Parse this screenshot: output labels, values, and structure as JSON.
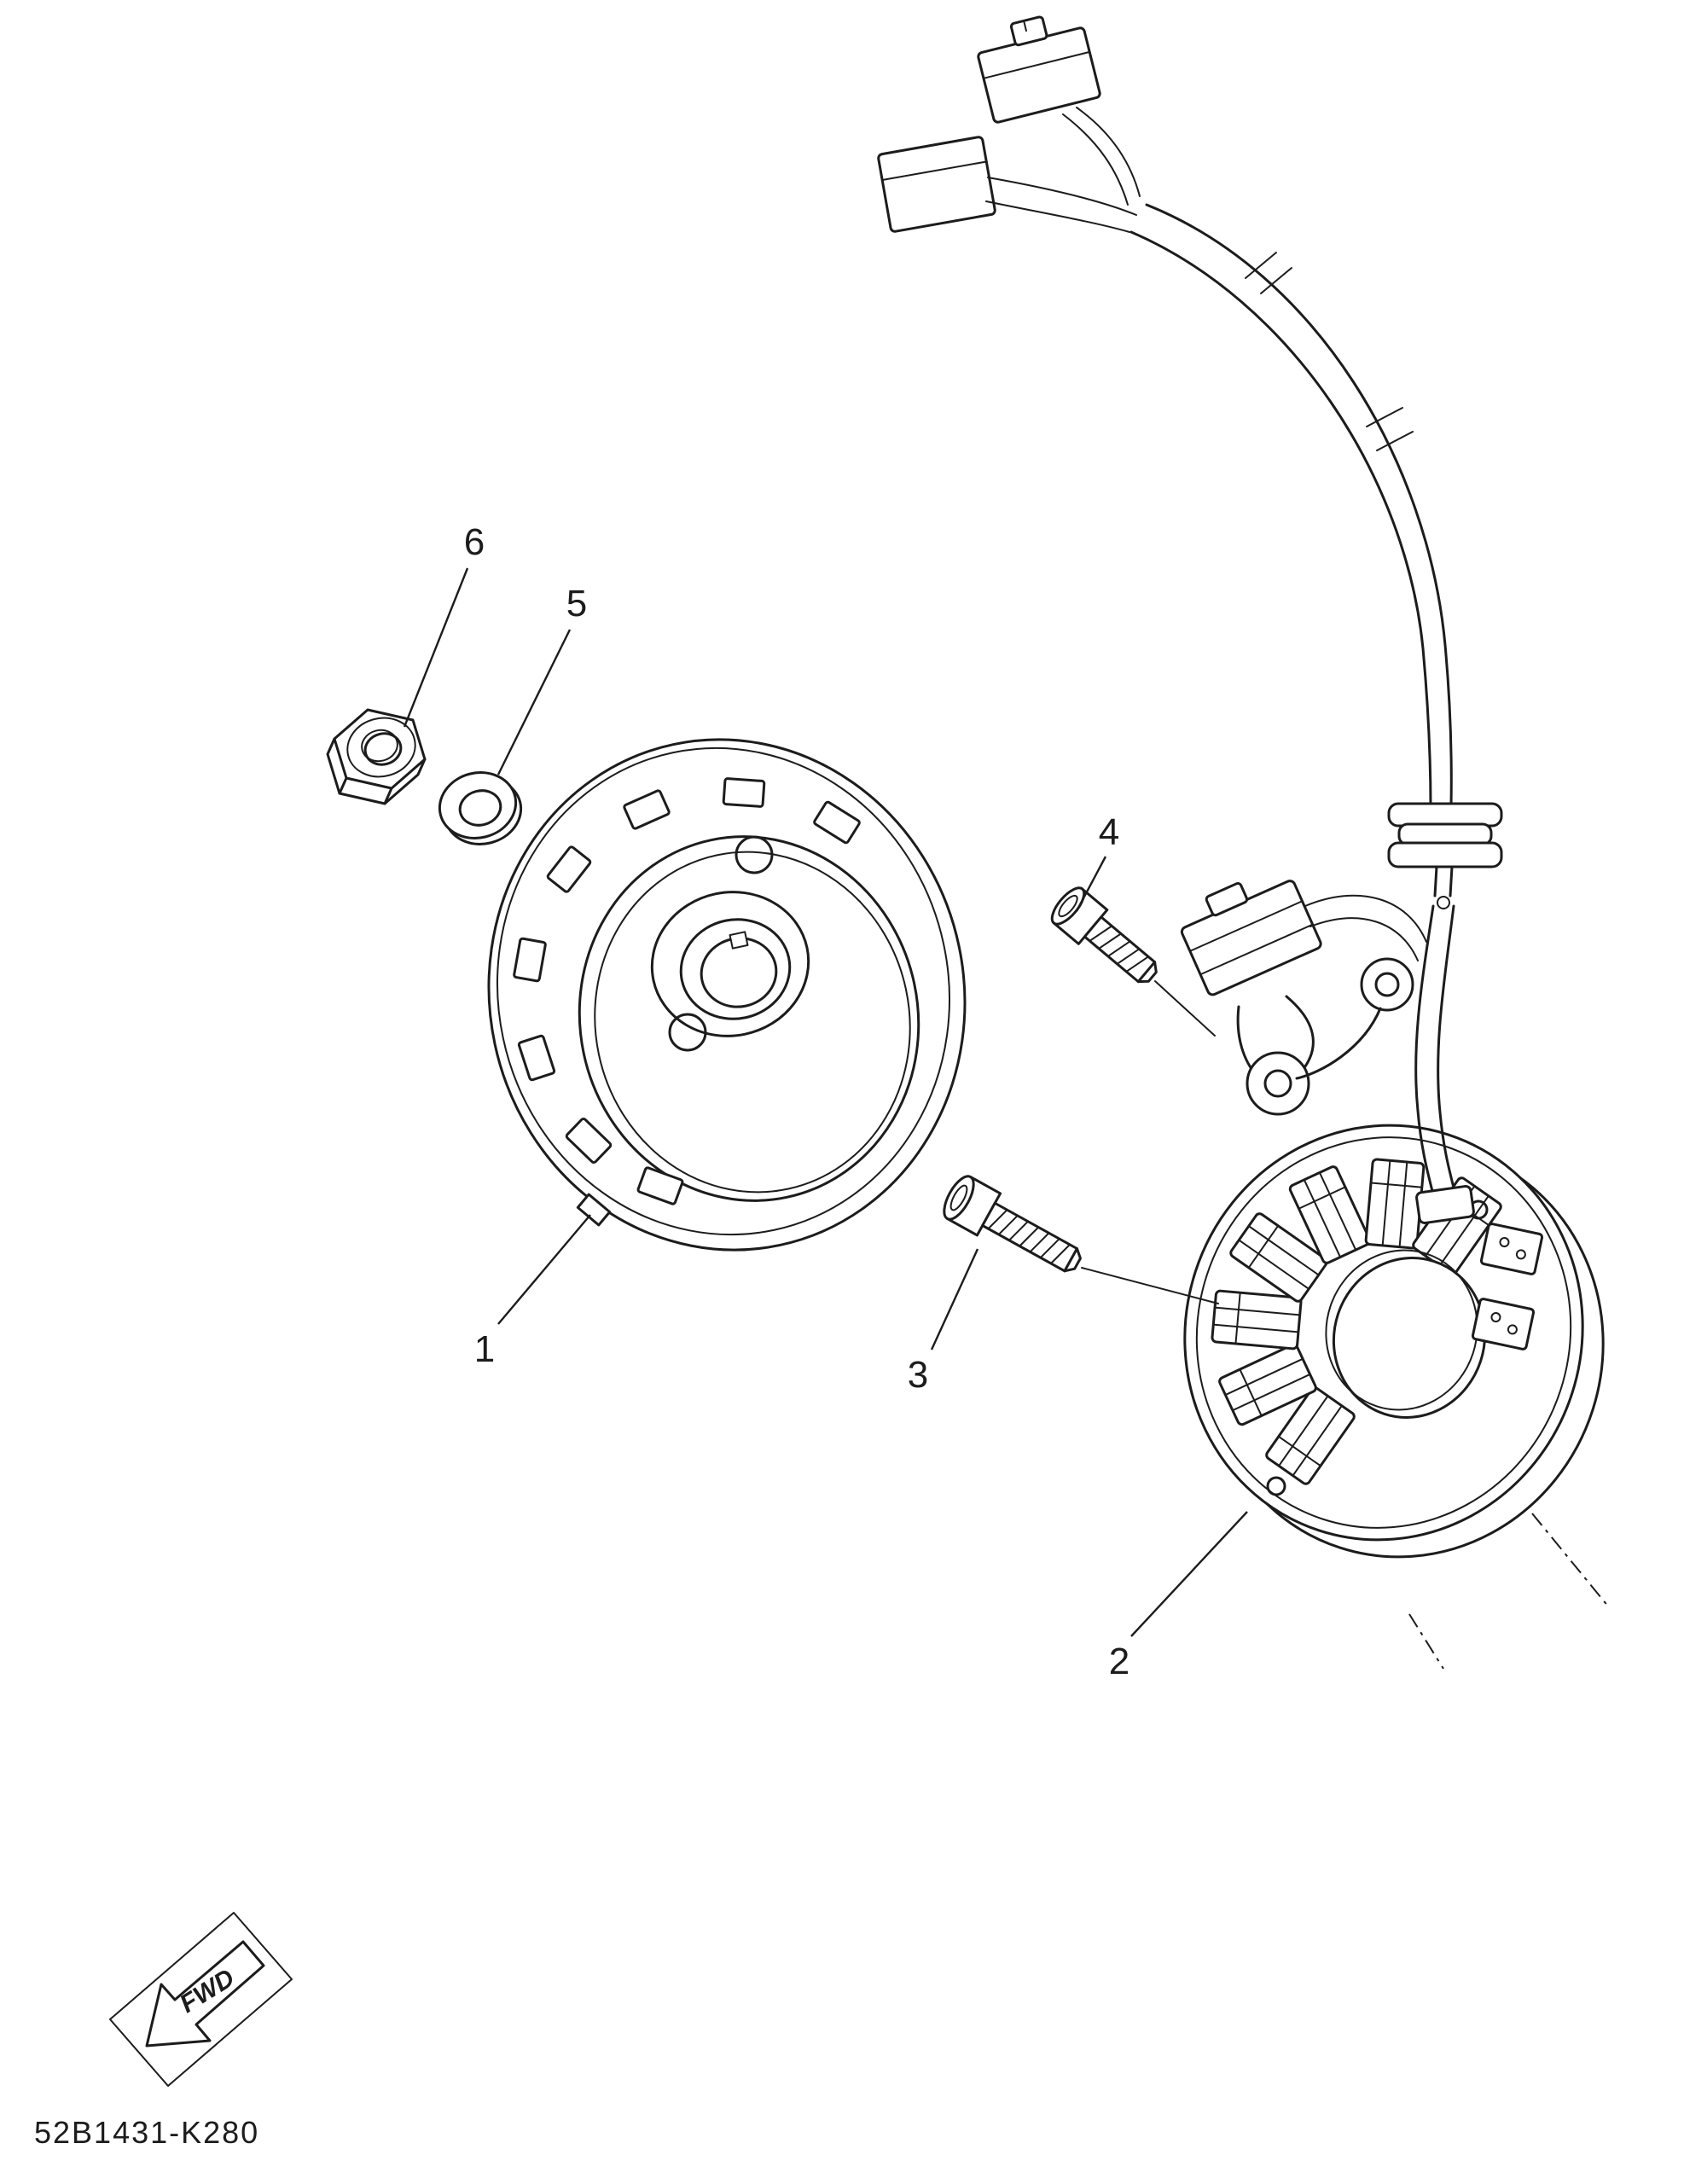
{
  "colors": {
    "ink": "#1c1c1c",
    "paper": "#ffffff"
  },
  "diagram": {
    "part_code": "52B1431-K280",
    "fwd_label": "FWD",
    "callouts": [
      "1",
      "2",
      "3",
      "4",
      "5",
      "6"
    ]
  }
}
